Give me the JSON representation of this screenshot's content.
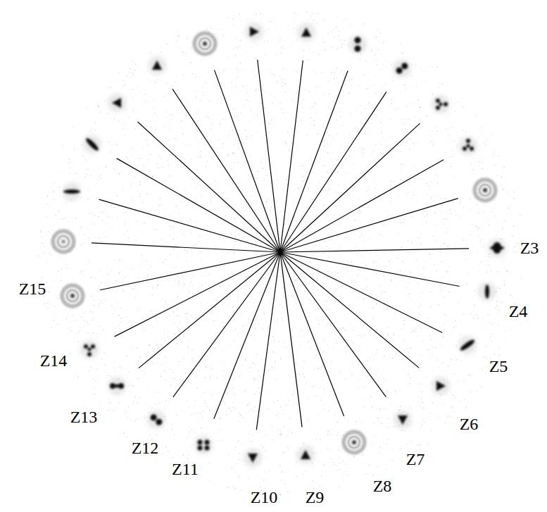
{
  "diagram": {
    "labels": [
      "Z3",
      "Z4",
      "Z5",
      "Z6",
      "Z7",
      "Z8",
      "Z9",
      "Z10",
      "Z11",
      "Z12",
      "Z13",
      "Z14",
      "Z15"
    ]
  }
}
